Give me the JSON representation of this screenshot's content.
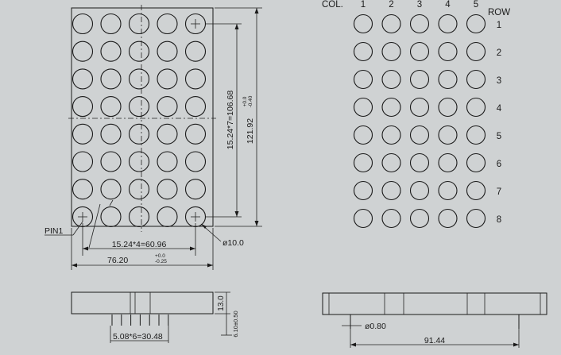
{
  "front_view": {
    "pin1_label": "PIN1",
    "col_pitch_dim": "15.24*4=60.96",
    "width_dim": "76.20",
    "width_tol_plus": "+0.0",
    "width_tol_minus": "-0.25",
    "row_pitch_dim": "15.24*7=106.68",
    "height_dim": "121.92",
    "height_tol_plus": "+0.0",
    "height_tol_minus": "-0.40",
    "dot_diameter_dim": "ø10.0"
  },
  "matrix_view": {
    "col_label": "COL.",
    "row_label": "ROW",
    "columns": [
      "1",
      "2",
      "3",
      "4",
      "5"
    ],
    "rows": [
      "1",
      "2",
      "3",
      "4",
      "5",
      "6",
      "7",
      "8"
    ]
  },
  "side_view_left": {
    "pin_pitch_dim": "5.08*6=30.48",
    "thickness_dim": "13.0",
    "pin_length_dim": "6.10±0.50"
  },
  "side_view_right": {
    "pin_diameter_dim": "ø0.80",
    "length_dim": "91.44"
  }
}
